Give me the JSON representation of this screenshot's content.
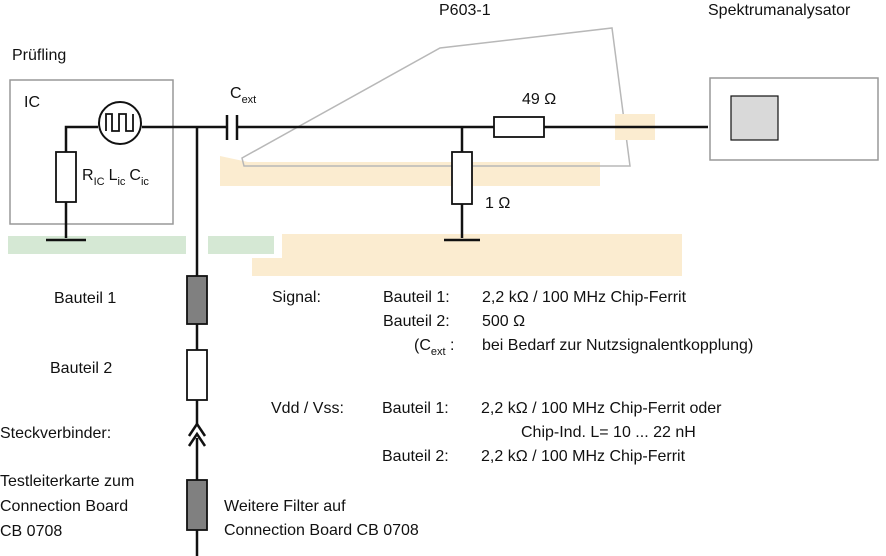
{
  "labels": {
    "title_probe": "P603-1",
    "title_analyzer": "Spektrumanalysator",
    "title_dut": "Prüfling",
    "ic": "IC",
    "c_ext": "C",
    "c_ext_sub": "ext",
    "r49": "49 Ω",
    "r1": "1 Ω",
    "ric_R": "R",
    "ric_R_sub": "IC",
    "ric_L": "L",
    "ric_L_sub": "ic",
    "ric_C": "C",
    "ric_C_sub": "ic",
    "bauteil1": "Bauteil 1",
    "bauteil2": "Bauteil 2",
    "steckverbinder": "Steckverbinder:",
    "testleiter1": "Testleiterkarte zum",
    "testleiter2": "Connection Board",
    "testleiter3": "CB 0708",
    "filter1": "Weitere Filter auf",
    "filter2": "Connection Board CB 0708"
  },
  "specs": {
    "signal_head": "Signal:",
    "signal_b1_label": "Bauteil 1:",
    "signal_b1_value": "2,2 kΩ  / 100 MHz Chip-Ferrit",
    "signal_b2_label": "Bauteil 2:",
    "signal_b2_value": "500 Ω",
    "cext_label_open": "(C",
    "cext_label_sub": "ext",
    "cext_label_close": " :",
    "cext_value": "bei Bedarf zur Nutzsignalentkopplung)",
    "vdd_head": "Vdd / Vss:",
    "vdd_b1_label": "Bauteil 1:",
    "vdd_b1_value": "2,2 kΩ / 100 MHz Chip-Ferrit oder",
    "vdd_b1_value2": "Chip-Ind. L= 10 ... 22 nH",
    "vdd_b2_label": "Bauteil 2:",
    "vdd_b2_value": "2,2 kΩ / 100 MHz Chip-Ferrit"
  },
  "colors": {
    "line": "#111111",
    "box_border": "#999999",
    "ground_plane_green": "#d5e8d4",
    "probe_tan": "#fbecd0",
    "probe_outline": "#b8b8b8",
    "component_dark": "#808080",
    "screen_fill": "#d9d9d9"
  }
}
